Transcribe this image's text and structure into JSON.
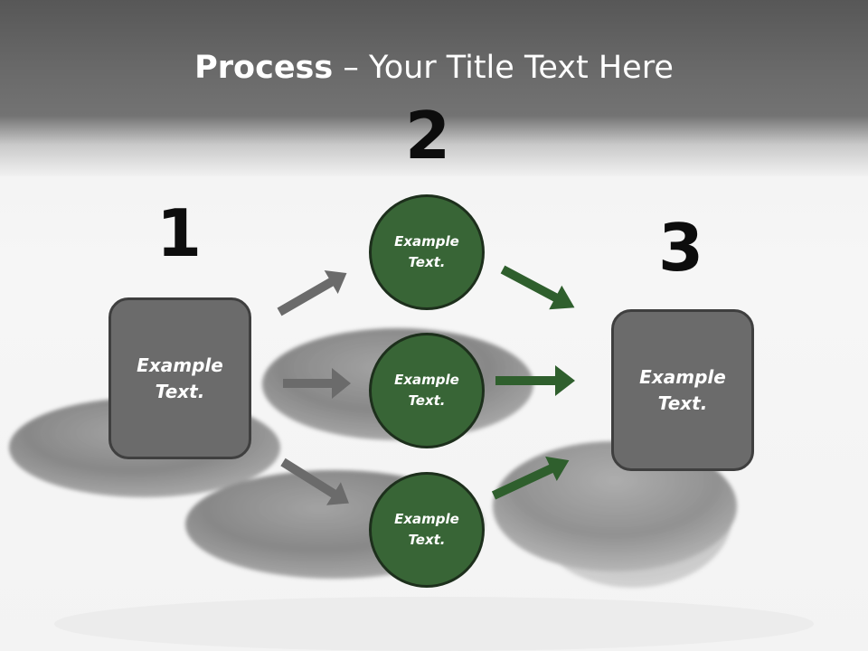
{
  "title": {
    "strong": "Process",
    "rest": " – Your Title Text Here"
  },
  "steps": {
    "one": "1",
    "two": "2",
    "three": "3"
  },
  "boxes": {
    "left": "Example\nText.",
    "right": "Example\nText."
  },
  "circles": {
    "top": "Example\nText.",
    "middle": "Example\nText.",
    "bottom": "Example\nText."
  },
  "colors": {
    "gray_arrow": "#6b6b6b",
    "green_arrow": "#2f5f2d",
    "circle_fill": "#386536",
    "box_fill": "#6b6b6b"
  }
}
